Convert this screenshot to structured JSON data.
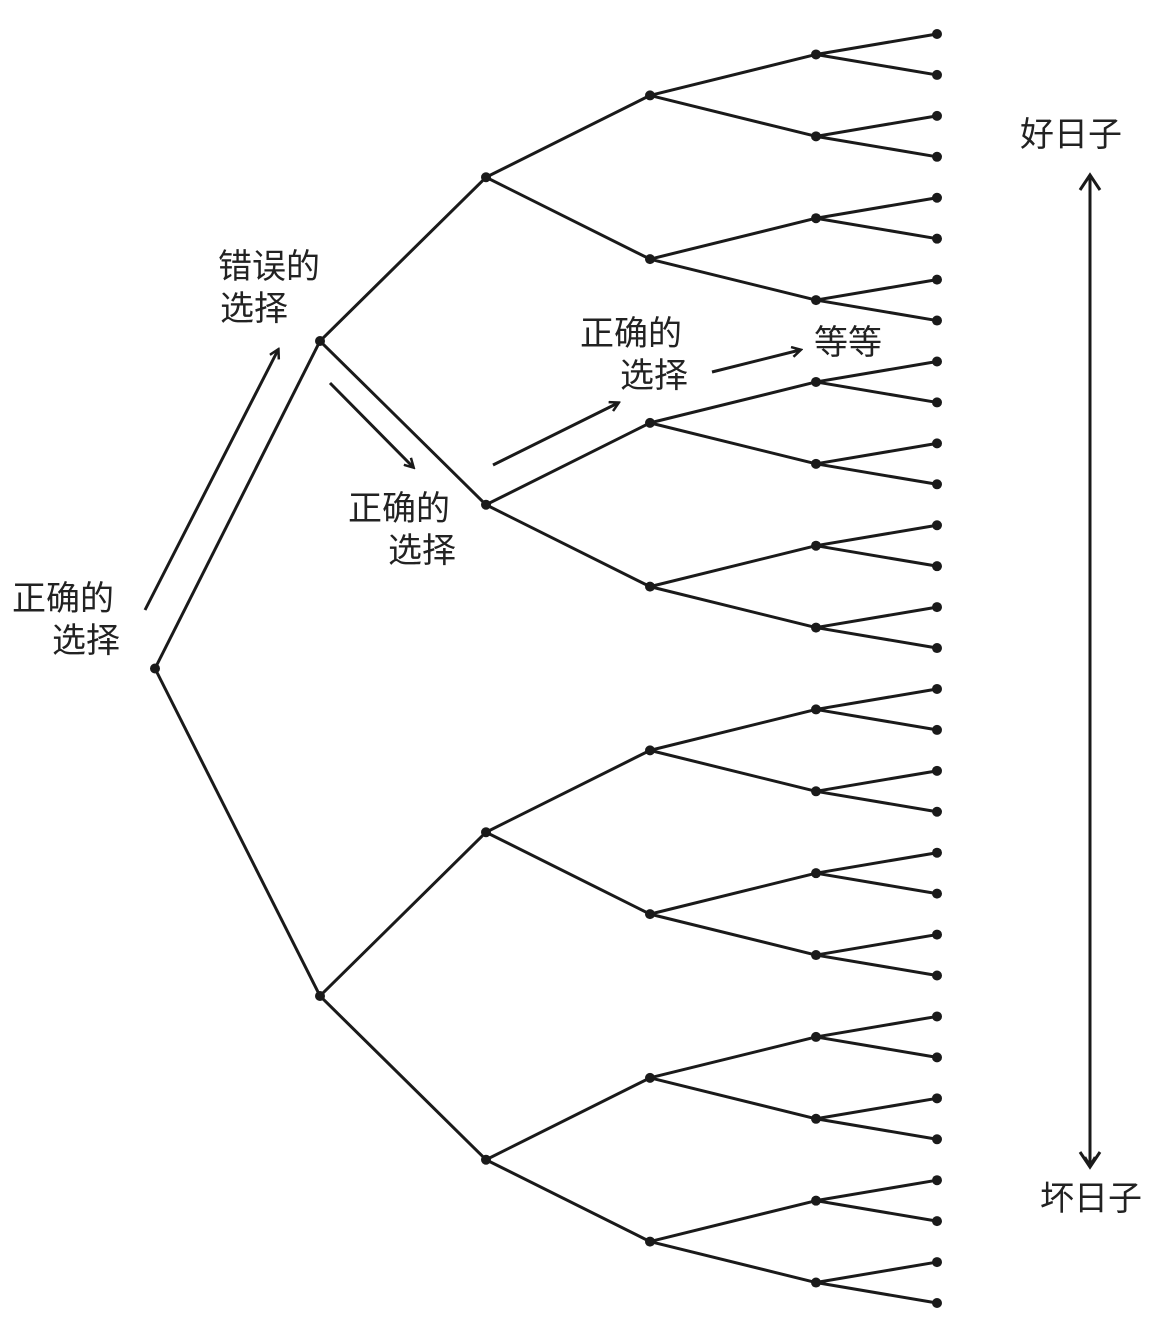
{
  "labels": {
    "root_choice_line1": "正确的",
    "root_choice_line2": "选择",
    "wrong_choice_line1": "错误的",
    "wrong_choice_line2": "选择",
    "right_choice_a_line1": "正确的",
    "right_choice_a_line2": "选择",
    "right_choice_b_line1": "正确的",
    "right_choice_b_line2": "选择",
    "etc": "等等",
    "good_days": "好日子",
    "bad_days": "坏日子"
  },
  "tree": {
    "depth": 5,
    "branching": 2,
    "leaf_count": 32
  },
  "colors": {
    "ink": "#1a1a1a"
  }
}
